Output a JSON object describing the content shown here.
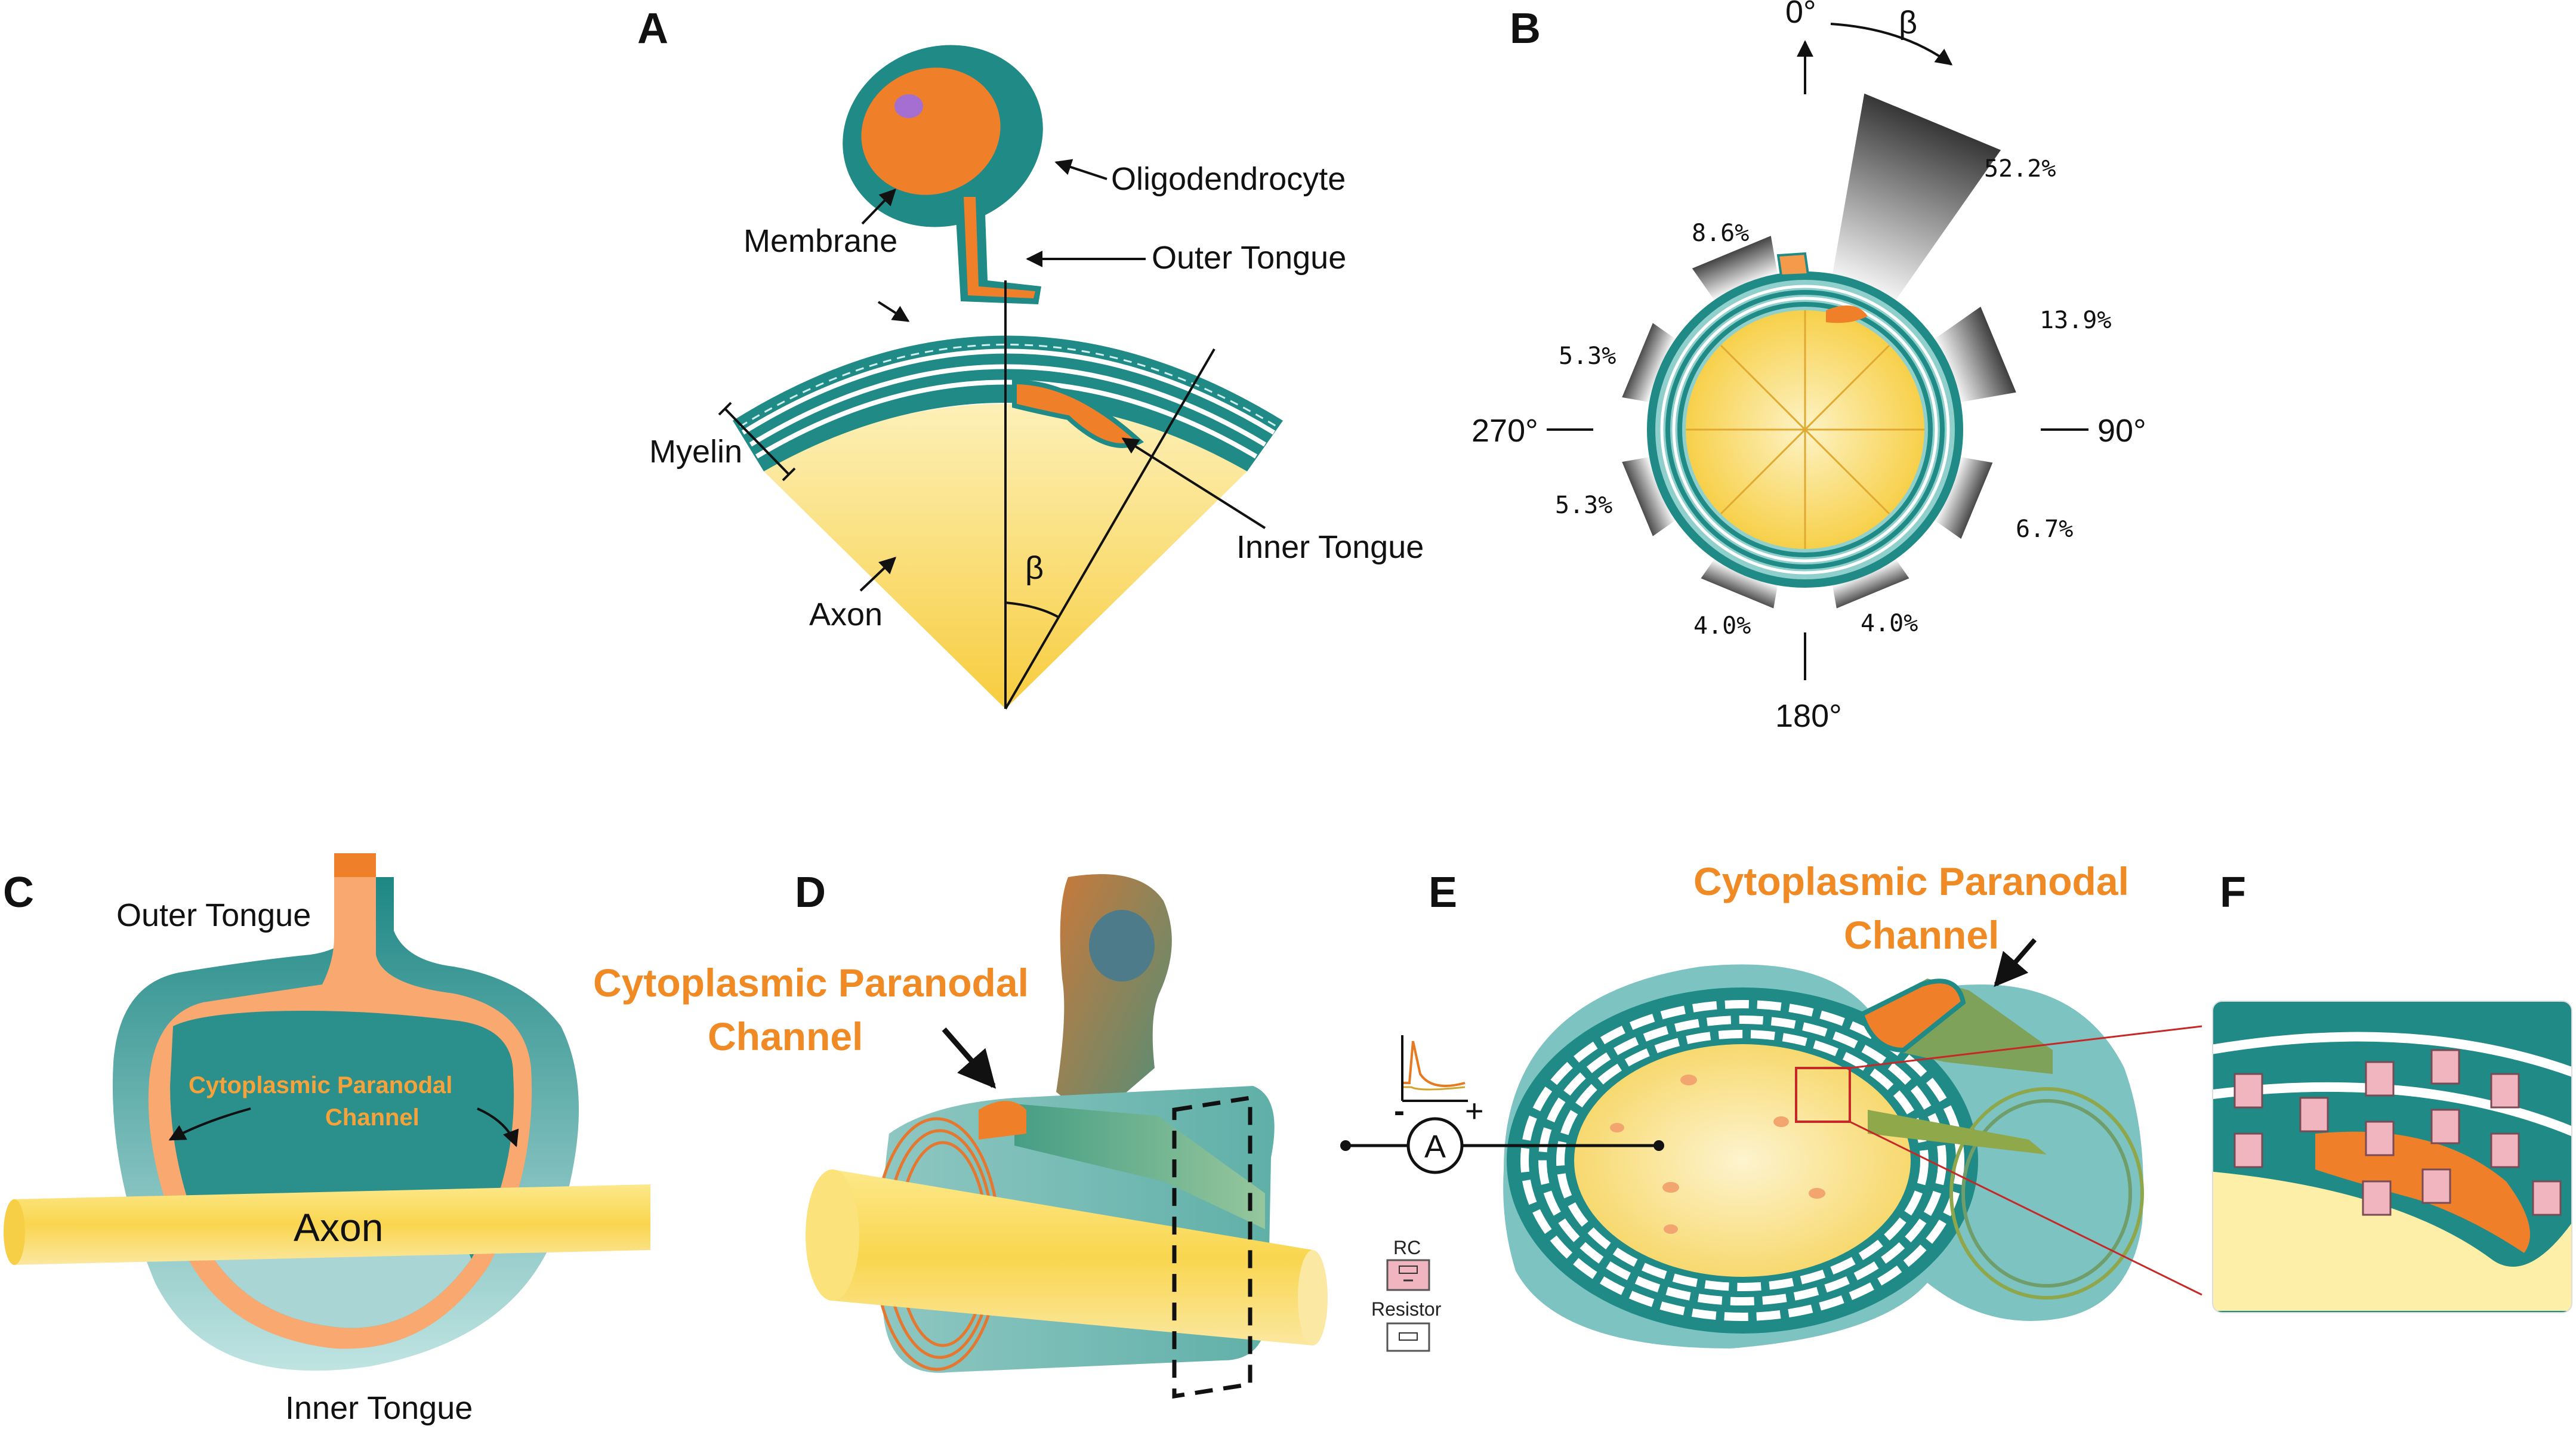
{
  "colors": {
    "myelin_teal": "#1f8a86",
    "dark_teal": "#157873",
    "light_teal": "#7cc3c1",
    "cytoplasm_orange": "#f07f2a",
    "light_orange": "#f9b483",
    "axon_yellow": "#f8d24a",
    "axon_pale": "#fdf1bd",
    "rc_pink": "#f1b5c0"
  },
  "panels": {
    "A": {
      "letter": "A",
      "oligodendrocyte": "Oligodendrocyte",
      "membrane": "Membrane",
      "outer_tongue": "Outer Tongue",
      "myelin": "Myelin",
      "inner_tongue": "Inner Tongue",
      "axon": "Axon",
      "angle": "β"
    },
    "B": {
      "letter": "B",
      "deg_0": "0°",
      "deg_90": "90°",
      "deg_180": "180°",
      "deg_270": "270°",
      "beta": "β",
      "percentages": {
        "p1": "52.2%",
        "p2": "13.9%",
        "p3": "6.7%",
        "p4": "4.0%",
        "p5": "4.0%",
        "p6": "5.3%",
        "p7": "5.3%",
        "p8": "8.6%"
      }
    },
    "C": {
      "letter": "C",
      "outer_tongue": "Outer Tongue",
      "channel_line1": "Cytoplasmic Paranodal",
      "channel_line2": "Channel",
      "axon": "Axon",
      "inner_tongue": "Inner Tongue"
    },
    "D": {
      "letter": "D",
      "channel_line1": "Cytoplasmic Paranodal",
      "channel_line2": "Channel"
    },
    "E": {
      "letter": "E",
      "channel_line1": "Cytoplasmic Paranodal",
      "channel_line2": "Channel",
      "ammeter": "A",
      "minus": "-",
      "plus": "+",
      "rc": "RC",
      "resistor": "Resistor"
    },
    "F": {
      "letter": "F"
    }
  },
  "chart_data": {
    "type": "polar-bar",
    "title": "",
    "categories": [
      "0°–45°",
      "45°–90°",
      "90°–135°",
      "135°–180°",
      "180°–225°",
      "225°–270°",
      "270°–315°",
      "315°–360°"
    ],
    "values": [
      52.2,
      13.9,
      6.7,
      4.0,
      4.0,
      5.3,
      5.3,
      8.6
    ],
    "unit": "%"
  }
}
